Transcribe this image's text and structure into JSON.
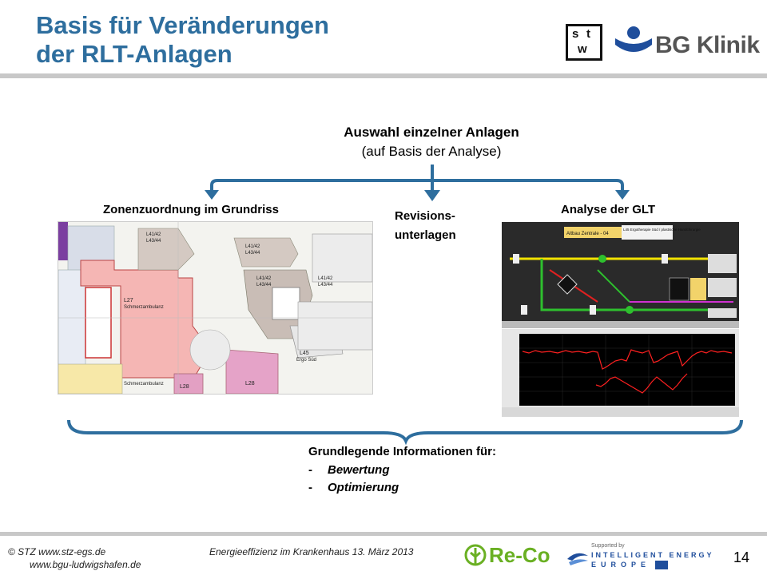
{
  "title": {
    "line1": "Basis für Veränderungen",
    "line2": "der RLT-Anlagen"
  },
  "logos": {
    "stw": [
      "s",
      "t",
      "w"
    ],
    "bg": "BG Klinik",
    "reco": "Re-Co",
    "ie_supported": "Supported by",
    "ie_line1": "INTELLIGENT ENERGY",
    "ie_line2": "EUROPE"
  },
  "selection": {
    "title": "Auswahl einzelner Anlagen",
    "subtitle": "(auf Basis der Analyse)"
  },
  "columns": {
    "left": "Zonenzuordnung im Grundriss",
    "middle_line1": "Revisions-",
    "middle_line2": "unterlagen",
    "right": "Analyse der GLT"
  },
  "floorplan_labels": {
    "l27": "L27",
    "l27_sub": "Schmerzambulanz",
    "l28a": "L28",
    "l28b": "L28",
    "schmerz2": "Schmerzambulanz",
    "l45": "L45",
    "l45_sub": "Ergo Süd",
    "l41a": "L41/42",
    "l43a": "L43/44",
    "l41b": "L41/42",
    "l43b": "L43/44",
    "l41c": "L41/42",
    "l43c": "L43/44",
    "l41d": "L41/42",
    "l43d": "L43/44"
  },
  "glt_labels": {
    "header": "Altbau Zentrale - 04",
    "header2": "L45 Ergotherapie Süd / plastische Handchirurgie"
  },
  "info": {
    "title": "Grundlegende Informationen für:",
    "items": [
      "Bewertung",
      "Optimierung"
    ],
    "dash": "-"
  },
  "footer": {
    "copyright": "© STZ  www.stz-egs.de",
    "url2": "www.bgu-ludwigshafen.de",
    "event": "Energieeffizienz  im Krankenhaus  13. März 2013",
    "page": "14"
  },
  "colors": {
    "accent": "#2e6e9e",
    "arrow": "#2e6e9e",
    "reco_green": "#6ab023",
    "ie_blue": "#1f4e9c"
  }
}
